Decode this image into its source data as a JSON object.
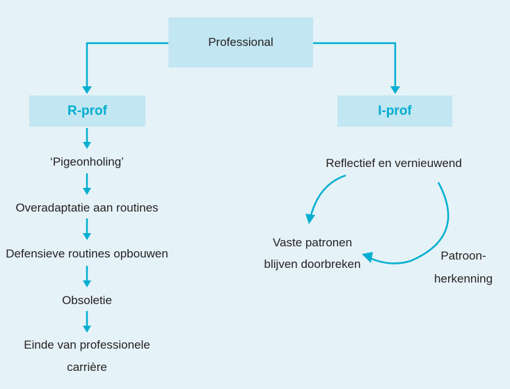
{
  "colors": {
    "background": "#e5f3f8",
    "box": "#c2e6f2",
    "accent": "#00aed1"
  },
  "root": {
    "label": "Professional"
  },
  "left": {
    "title": "R-prof",
    "steps": [
      "‘Pigeonholing’",
      "Overadaptatie aan routines",
      "Defensieve routines opbouwen",
      "Obsoletie",
      "Einde van professionele",
      "carrière"
    ]
  },
  "right": {
    "title": "I-prof",
    "cycle_top": "Reflectief en vernieuwend",
    "cycle_left_line1": "Vaste patronen",
    "cycle_left_line2": "blijven doorbreken",
    "cycle_right_line1": "Patroon-",
    "cycle_right_line2": "herkenning"
  }
}
